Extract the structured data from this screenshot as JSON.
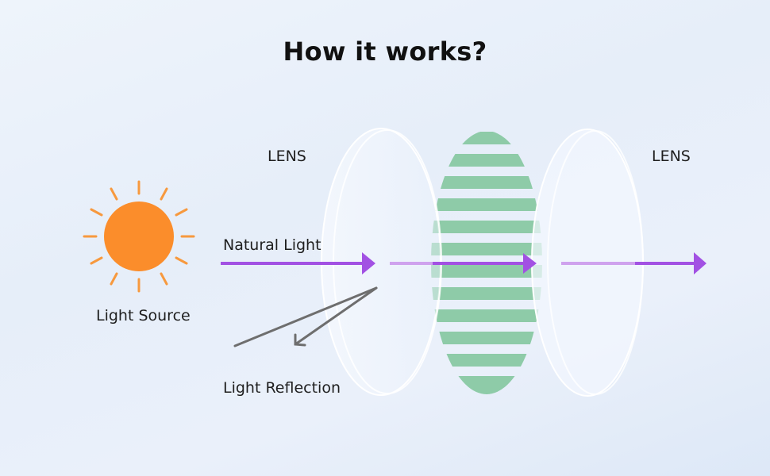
{
  "title": "How it works?",
  "labels": {
    "lens_left": "LENS",
    "lens_right": "LENS",
    "natural_light": "Natural Light",
    "light_source": "Light Source",
    "light_reflection": "Light Reflection"
  },
  "colors": {
    "sun": "#fb8d2b",
    "sun_rays": "#f7993e",
    "light_arrow": "#a251e3",
    "light_arrow_faded": "#cfa2ee",
    "filter_stripes": "#8ecba8",
    "reflection_arrow": "#6e6e6e",
    "lens_fill": "#f3f7fd"
  },
  "icons": {
    "sun": "sun-icon"
  }
}
